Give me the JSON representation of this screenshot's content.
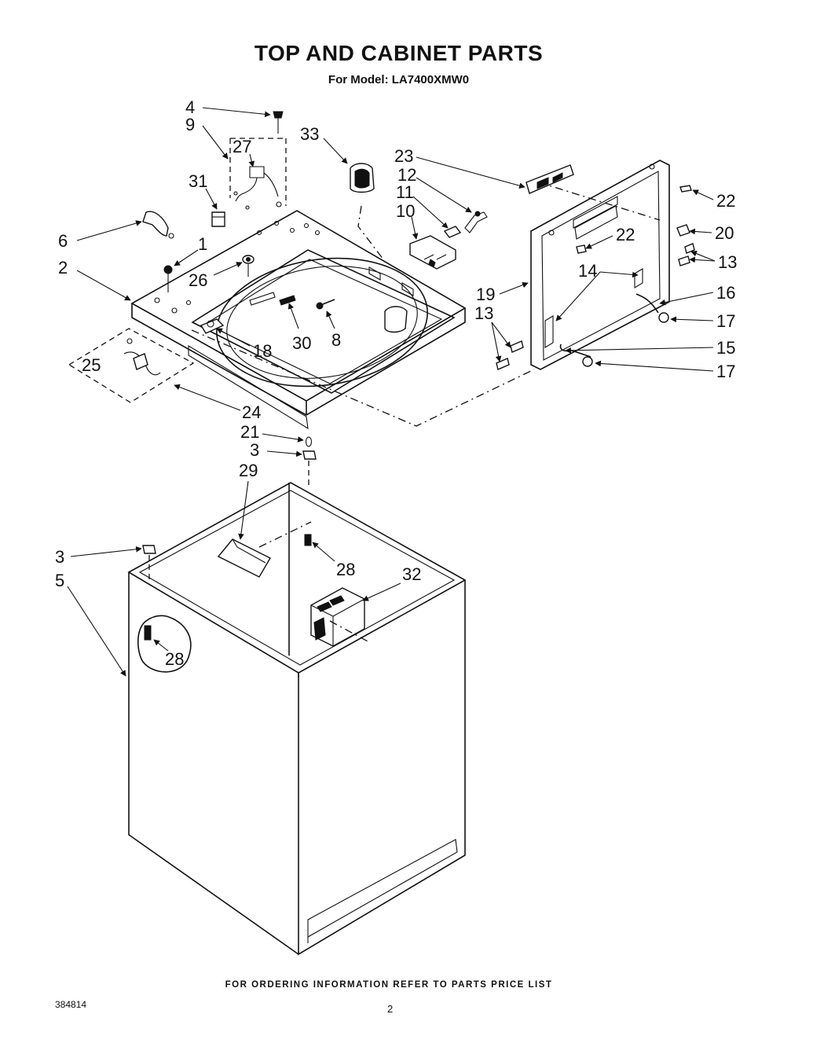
{
  "header": {
    "title": "TOP AND CABINET PARTS",
    "subtitle": "For Model: LA7400XMW0"
  },
  "footer": {
    "note": "FOR ORDERING INFORMATION REFER TO PARTS PRICE LIST",
    "doc_number": "384814",
    "page_number": "2"
  },
  "callouts": {
    "c4": "4",
    "c9": "9",
    "c27": "27",
    "c33": "33",
    "c23": "23",
    "c12": "12",
    "c31": "31",
    "c11": "11",
    "c10": "10",
    "c22a": "22",
    "c20": "20",
    "c22b": "22",
    "c6": "6",
    "c1": "1",
    "c2": "2",
    "c26": "26",
    "c14": "14",
    "c13a": "13",
    "c19": "19",
    "c16": "16",
    "c13b": "13",
    "c17a": "17",
    "c18": "18",
    "c30": "30",
    "c8": "8",
    "c15": "15",
    "c25": "25",
    "c17b": "17",
    "c24": "24",
    "c21": "21",
    "c3a": "3",
    "c29": "29",
    "c3b": "3",
    "c28a": "28",
    "c32": "32",
    "c5": "5",
    "c28b": "28"
  }
}
